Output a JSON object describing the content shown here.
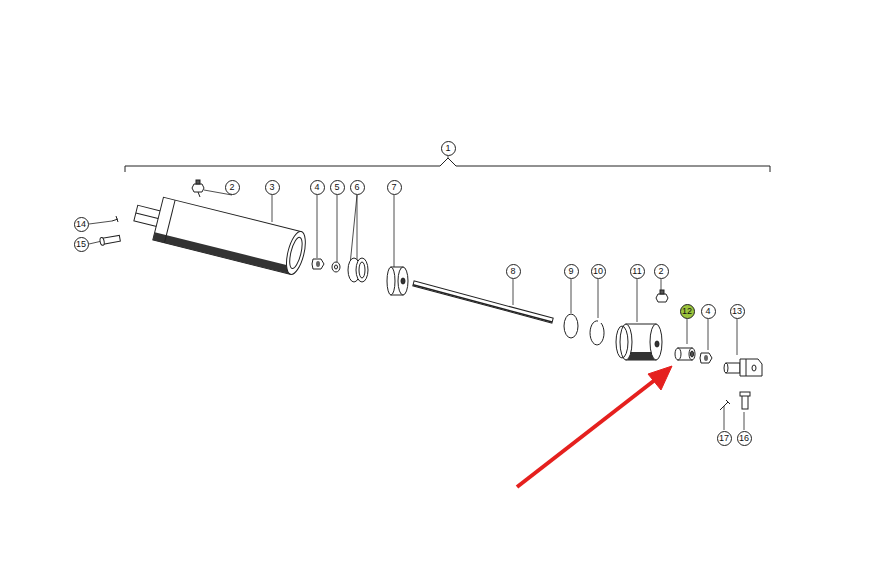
{
  "diagram": {
    "labels": [
      "1",
      "2",
      "3",
      "4",
      "5",
      "6",
      "7",
      "8",
      "9",
      "10",
      "11",
      "2",
      "12",
      "4",
      "13",
      "14",
      "15",
      "16",
      "17"
    ]
  }
}
